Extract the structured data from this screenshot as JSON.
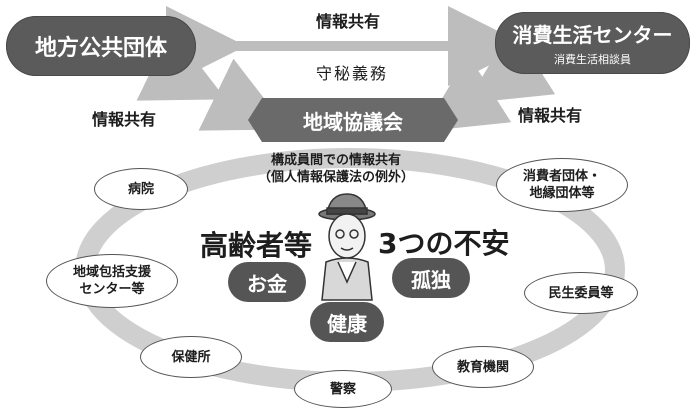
{
  "local_gov": "地方公共団体",
  "consumer_center": {
    "title": "消費生活センター",
    "subtitle": "消費生活相談員"
  },
  "info_share_top": "情報共有",
  "confidentiality": "守秘義務",
  "info_share_left": "情報共有",
  "info_share_right": "情報共有",
  "council": "地域協議会",
  "members_share": {
    "line1": "構成員間での情報共有",
    "line2": "（個人情報保護法の例外）"
  },
  "elderly": "高齢者等",
  "three_anxieties": "3つの不安",
  "anxieties": {
    "money": "お金",
    "health": "健康",
    "loneliness": "孤独"
  },
  "nodes": {
    "hospital": "病院",
    "consumer_groups_line1": "消費者団体・",
    "consumer_groups_line2": "地縁団体等",
    "support_center_line1": "地域包括支援",
    "support_center_line2": "センター等",
    "welfare_commissioner": "民生委員等",
    "health_center": "保健所",
    "education": "教育機関",
    "police": "警察"
  },
  "colors": {
    "dark_box": "#5b5b5b",
    "ring": "#c9c9c9",
    "arrow": "#bdbdbd"
  }
}
